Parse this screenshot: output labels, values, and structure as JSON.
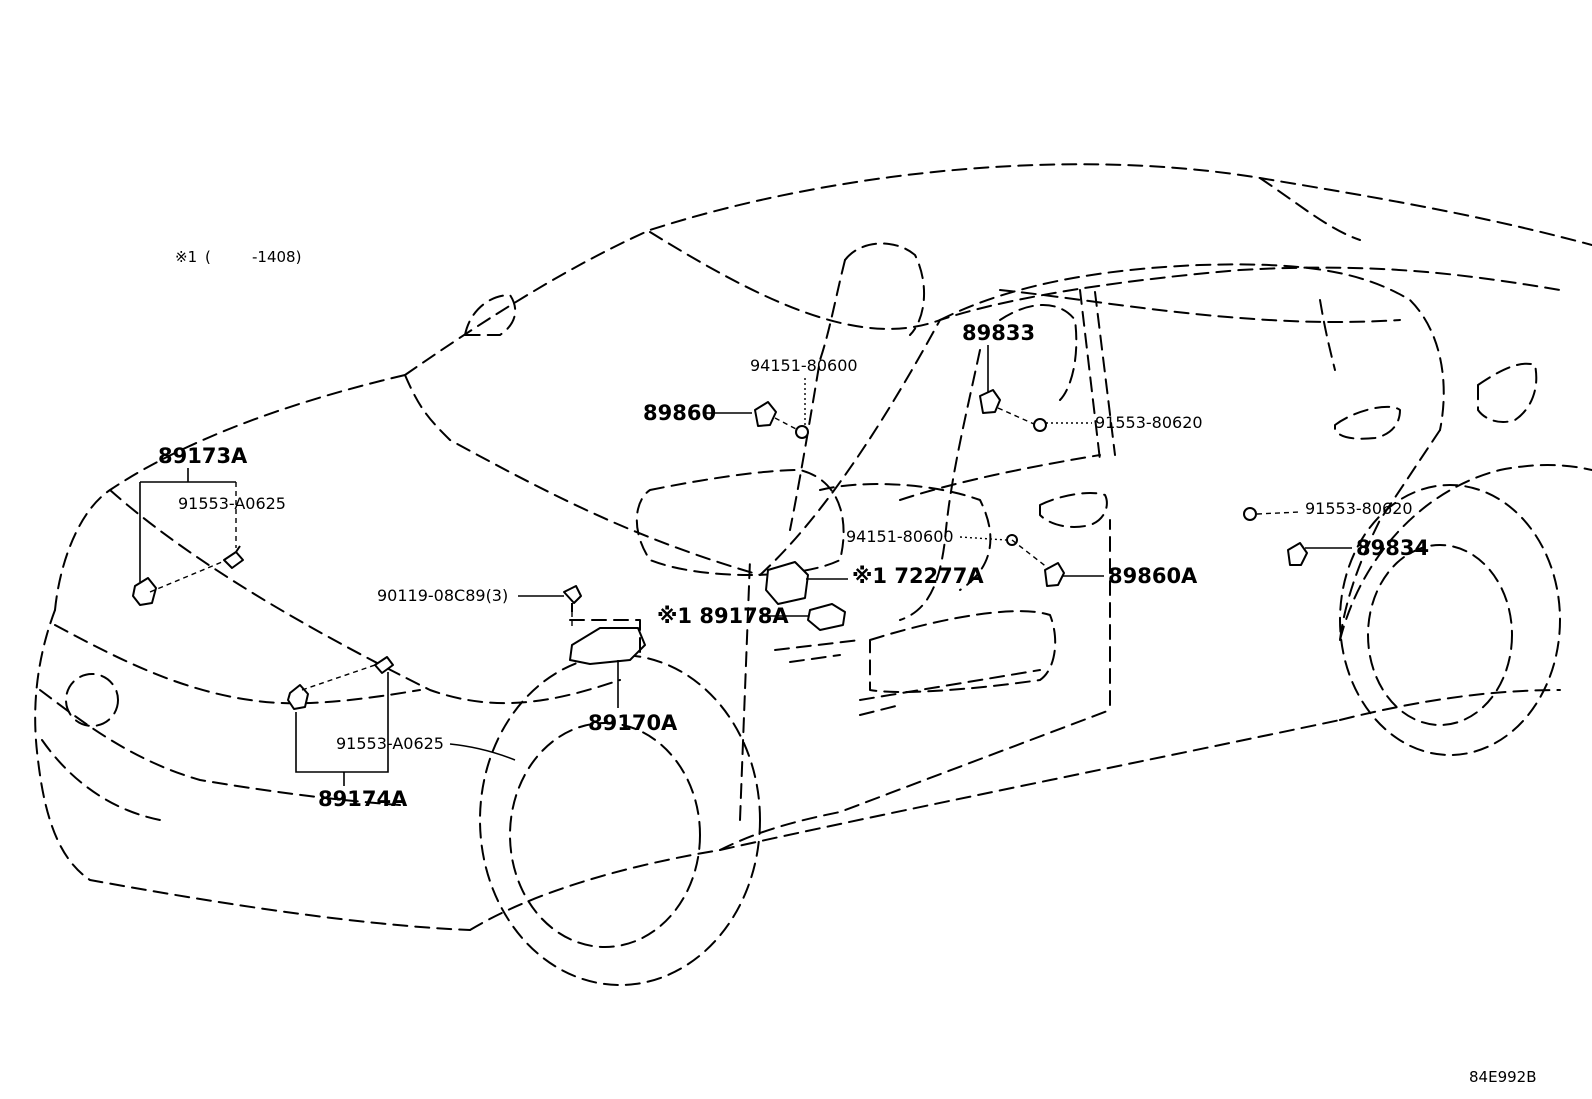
{
  "note": {
    "mark": "※1",
    "paren_open": "(",
    "paren_close": "-1408)"
  },
  "callouts": {
    "p89173A": "89173A",
    "p91553A0625_top": "91553-A0625",
    "p94151_80600_top": "94151-80600",
    "p89860": "89860",
    "p89833": "89833",
    "p91553_80620_mid": "91553-80620",
    "p91553_80620_right": "91553-80620",
    "p89834": "89834",
    "p94151_80600_mid": "94151-80600",
    "p89860A": "89860A",
    "p72277A": "※1 72277A",
    "p90119": "90119-08C89(3)",
    "p89178A": "※1 89178A",
    "p91553A0625_bottom": "91553-A0625",
    "p89170A": "89170A",
    "p89174A": "89174A"
  },
  "diagram_id": "84E992B"
}
